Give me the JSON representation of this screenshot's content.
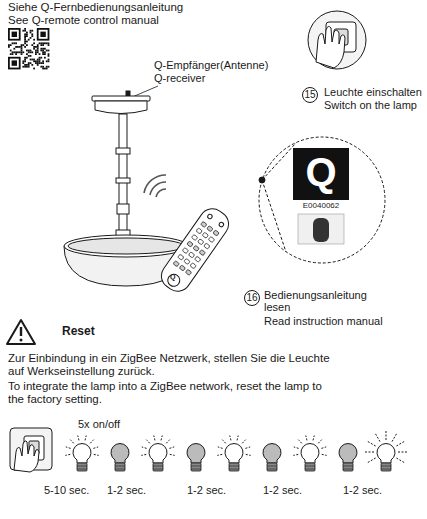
{
  "diagram": {
    "labels": [
      "Siehe Q-Fernbedienungsanleitung",
      "See Q-remote control manual",
      "Q-Empfänger(Antenne)",
      "Q-receiver",
      "15",
      "Leuchte einschalten",
      "Switch on the lamp",
      "Q",
      "E0040062",
      "Q",
      "16",
      "Bedienungsanleitung lesen",
      "Read instruction manual",
      "Reset",
      "Zur Einbindung in ein ZigBee Netzwerk, stellen Sie die Leuchte auf Werkseinstellung zurück.",
      "To integrate the lamp into a ZigBee network, reset the lamp to the factory setting.",
      "5x on/off",
      "5-10 sec.",
      "1-2 sec.",
      "1-2 sec.",
      "1-2 sec.",
      "1-2 sec."
    ]
  }
}
